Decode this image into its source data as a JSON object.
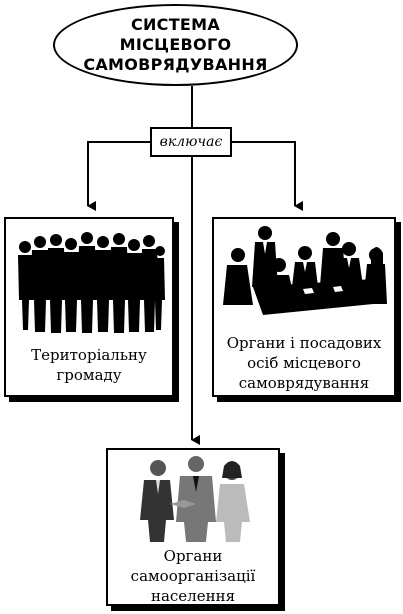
{
  "top": {
    "lines": [
      "СИСТЕМА",
      "МІСЦЕВОГО",
      "САМОВРЯДУВАННЯ"
    ]
  },
  "connector_label": "включає",
  "boxes": {
    "left": {
      "lines": [
        "Територіальну",
        "громаду"
      ]
    },
    "right": {
      "lines": [
        "Органи і посадових",
        "осіб місцевого",
        "самоврядування"
      ]
    },
    "bottom": {
      "lines": [
        "Органи",
        "самоорганізації",
        "населення"
      ]
    }
  }
}
